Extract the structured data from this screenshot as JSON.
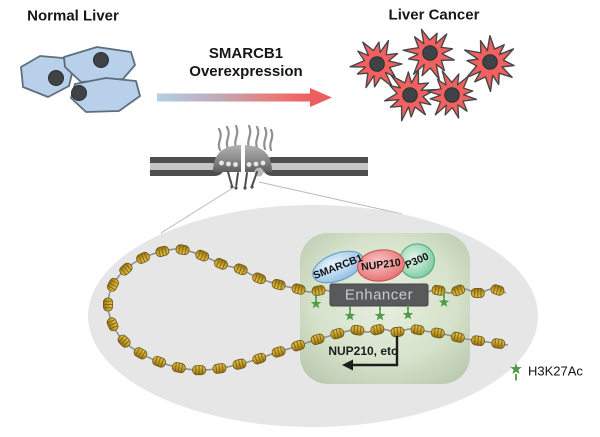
{
  "figure": {
    "normal_liver_label": "Normal Liver",
    "liver_cancer_label": "Liver Cancer",
    "arrow_label_line1": "SMARCB1",
    "arrow_label_line2": "Overexpression",
    "proteins": {
      "smarcb1": "SMARCB1",
      "nup210": "NUP210",
      "p300": "P300"
    },
    "enhancer_label": "Enhancer",
    "gene_arrow_label": "NUP210, etc",
    "legend": {
      "icon": "h3k27ac-star-icon",
      "label": "H3K27Ac"
    },
    "colors": {
      "normal_cell_fill": "#b9d0ea",
      "cancer_cell_fill": "#f26060",
      "arrow_gradient_start": "#b3cfe6",
      "arrow_gradient_end": "#ee5e5e",
      "nucleus_fill": "#e5e6e5",
      "panel_fill": "#cfdfc4",
      "enhancer_box_fill": "#58595a",
      "smarcb1_fill": "#85b8e2",
      "nup210_fill": "#ee7a7a",
      "p300_fill": "#69c493",
      "nucleosome_gold": "#c9a22b",
      "h3k27ac_green": "#4f9b49"
    }
  }
}
